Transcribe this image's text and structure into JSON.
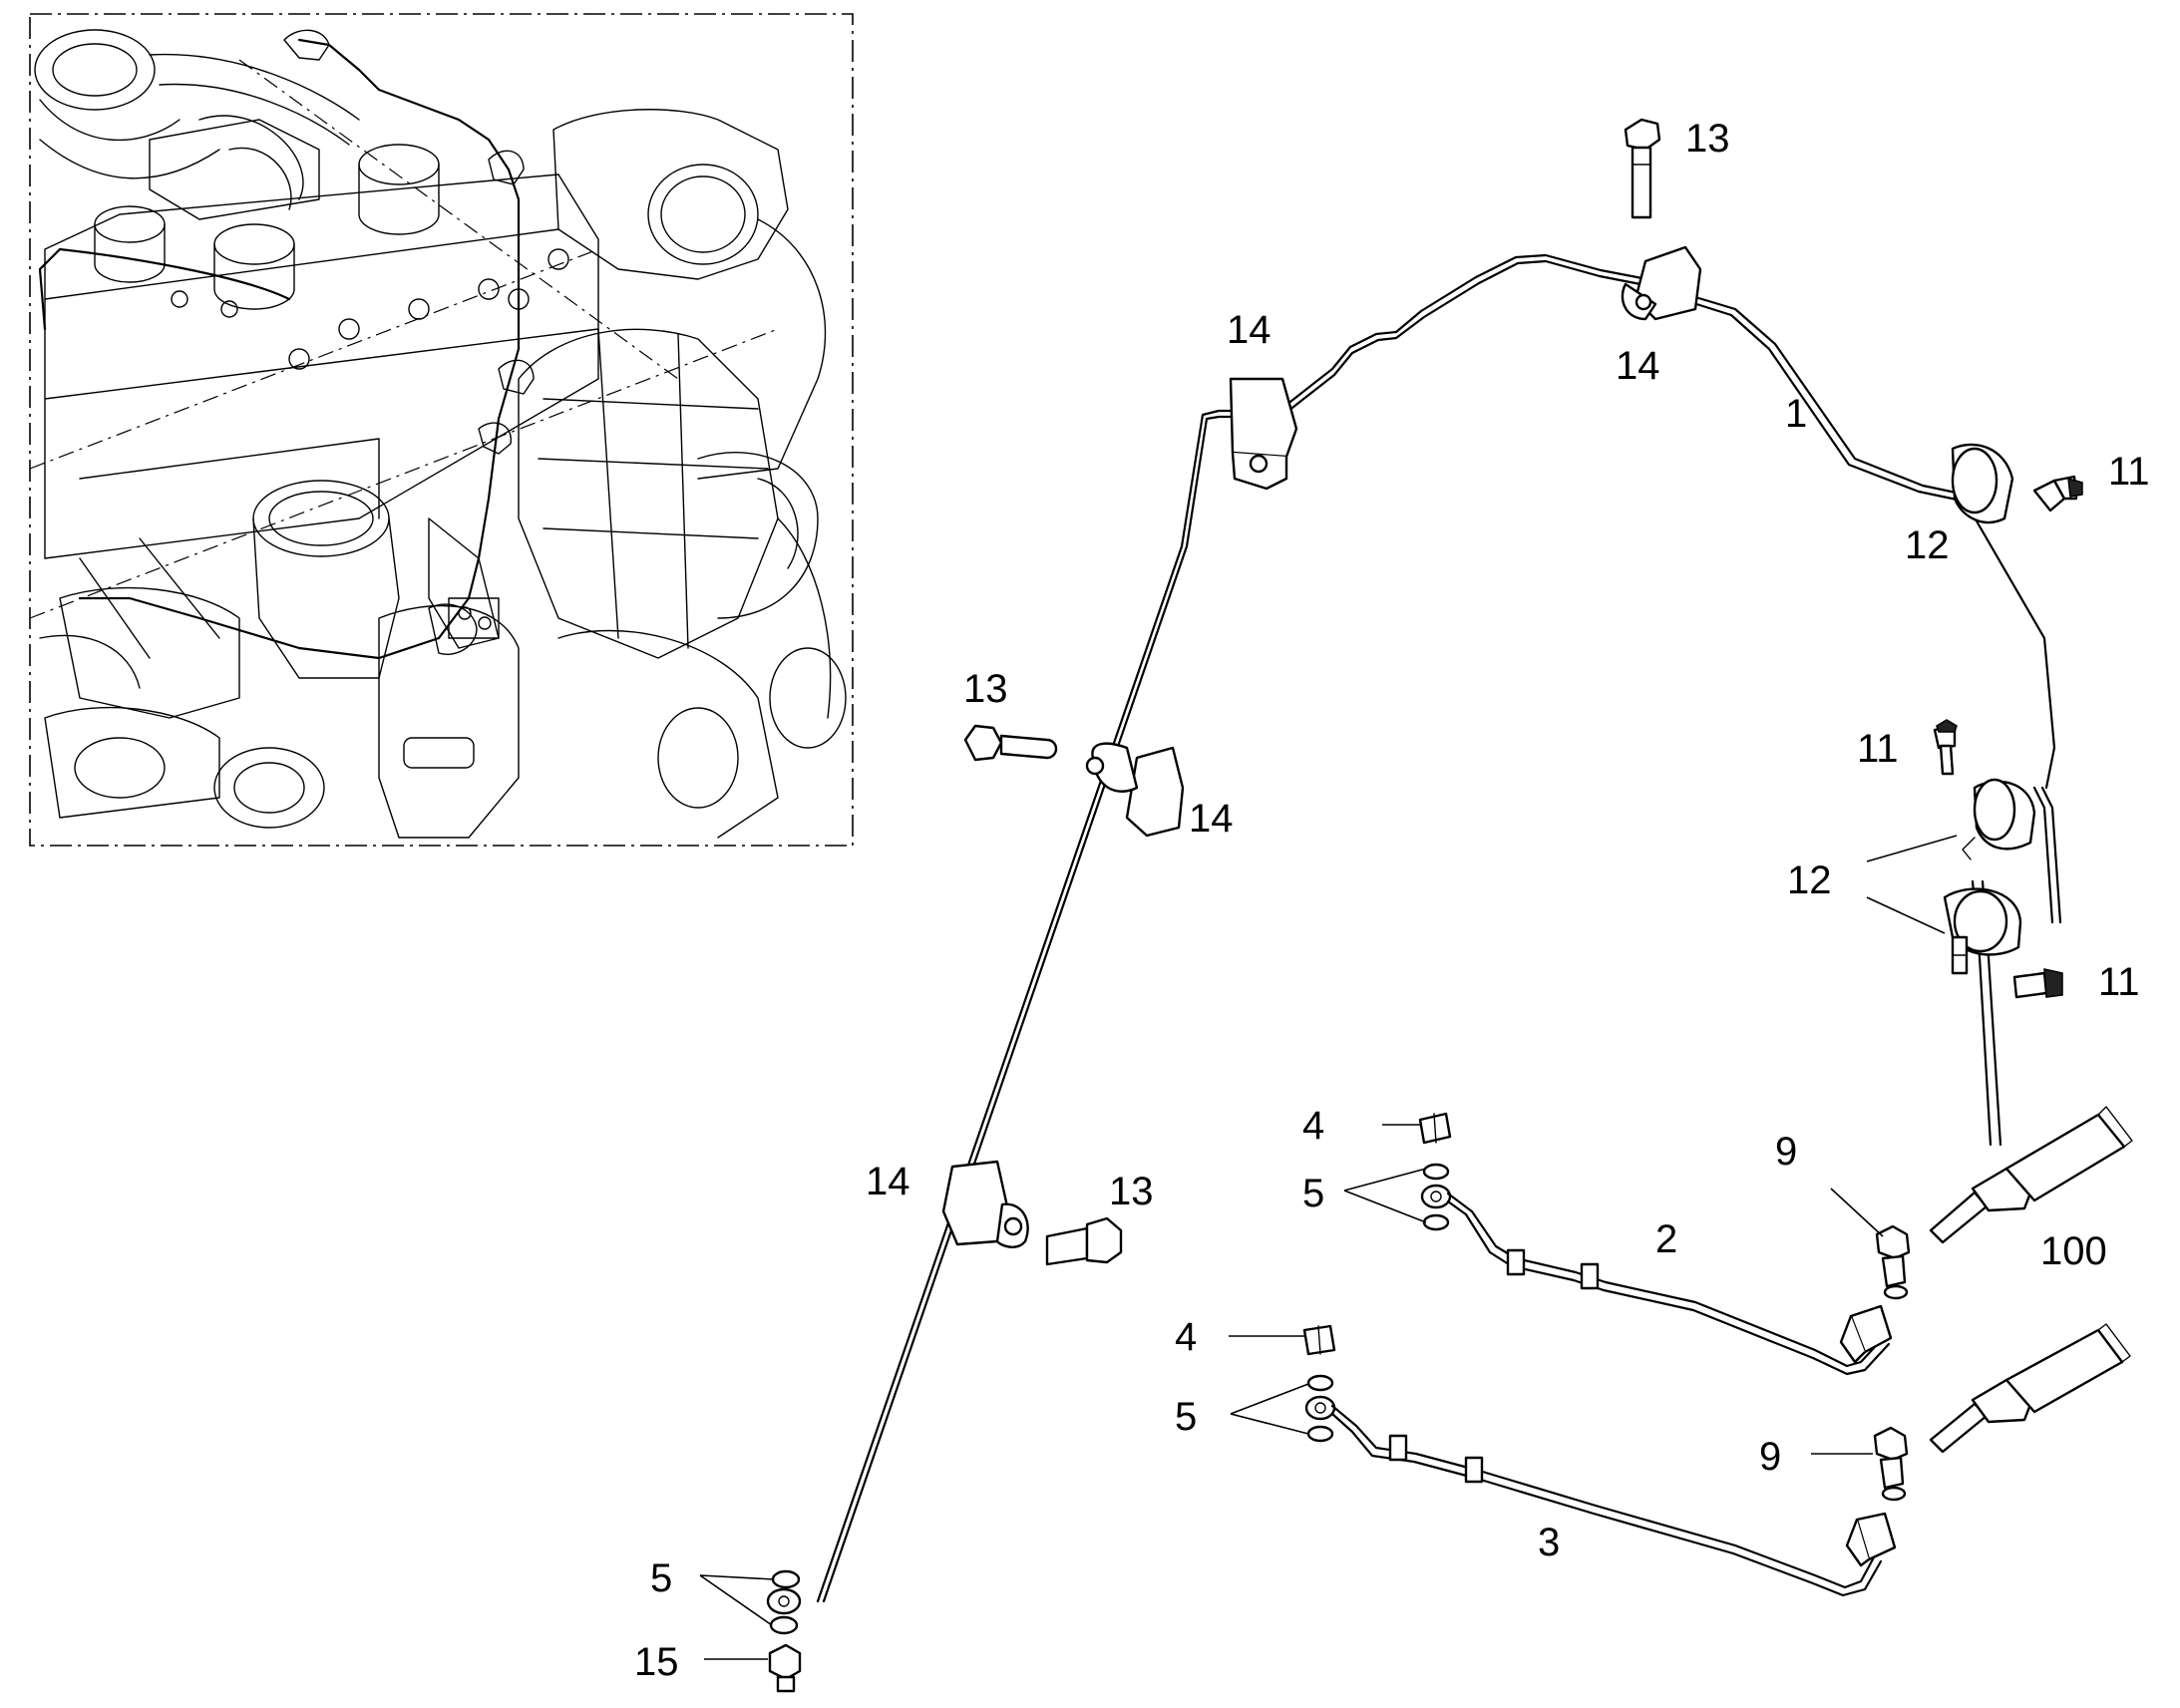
{
  "callouts": {
    "c13_top": "13",
    "c14_top": "14",
    "c14_topleft": "14",
    "c1": "1",
    "c11_a": "11",
    "c12_a": "12",
    "c13_left": "13",
    "c14_mid": "14",
    "c11_b": "11",
    "c12_b": "12",
    "c11_c": "11",
    "c4_a": "4",
    "c5_a": "5",
    "c9_a": "9",
    "c2": "2",
    "c100": "100",
    "c14_low": "14",
    "c13_low": "13",
    "c4_b": "4",
    "c5_b": "5",
    "c9_b": "9",
    "c3": "3",
    "c5_c": "5",
    "c15": "15"
  }
}
